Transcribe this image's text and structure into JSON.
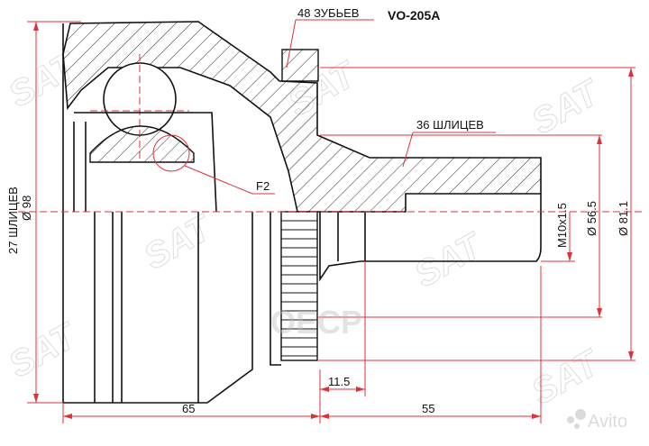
{
  "part_number": "VO-205A",
  "callouts": {
    "teeth": "48 ЗУБЬЕВ",
    "outer_splines": "36 ШЛИЦЕВ",
    "detail": "F2"
  },
  "dimensions": {
    "inner_splines": "27 ШЛИЦЕВ",
    "outer_diameter": "Ø 98",
    "thread": "M10x1.5",
    "stem_diameter": "Ø 56.5",
    "ring_diameter": "Ø 81.1",
    "length_body": "65",
    "length_stem": "55",
    "shoulder": "11.5"
  },
  "watermarks": {
    "brand": "SAT",
    "seller": "ОЕСР",
    "marketplace": "Avito"
  },
  "colors": {
    "dimension": "#e0303a",
    "outline": "#111111"
  }
}
